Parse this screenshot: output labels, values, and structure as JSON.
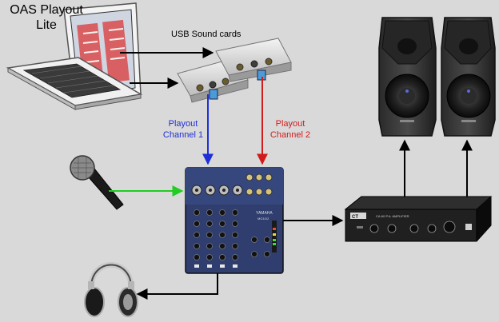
{
  "app_title_line1": "OAS Playout",
  "app_title_line2": "Lite",
  "usb_label": "USB Sound cards",
  "channel1": {
    "line1": "Playout",
    "line2": "Channel 1"
  },
  "channel2": {
    "line1": "Playout",
    "line2": "Channel 2"
  },
  "amplifier": {
    "brand": "CT",
    "model_text": "CA-60 P.A. AMPLIFIER"
  },
  "mixer": {
    "brand": "YAMAHA",
    "model": "MG10/2"
  },
  "colors": {
    "background": "#d9d9d9",
    "channel1": "#1f2fd8",
    "channel2": "#d21c1c",
    "mic_line": "#22cc22",
    "signal_line": "#000000"
  }
}
